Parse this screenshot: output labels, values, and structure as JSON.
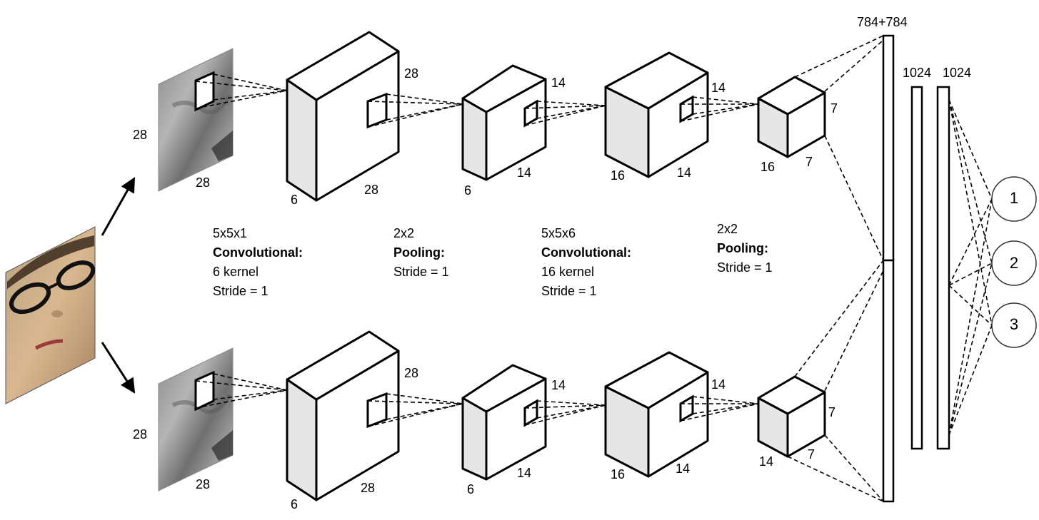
{
  "branches": {
    "top": {
      "input_h": "28",
      "input_w": "28",
      "conv1_h": "28",
      "conv1_w": "28",
      "conv1_d": "6",
      "pool1_h": "14",
      "pool1_w": "14",
      "pool1_d": "6",
      "conv2_h": "14",
      "conv2_w": "14",
      "conv2_d": "16",
      "pool2_h": "7",
      "pool2_w": "7",
      "pool2_d": "16"
    },
    "bottom": {
      "input_h": "28",
      "input_w": "28",
      "conv1_h": "28",
      "conv1_w": "28",
      "conv1_d": "6",
      "pool1_h": "14",
      "pool1_w": "14",
      "pool1_d": "6",
      "conv2_h": "14",
      "conv2_w": "14",
      "conv2_d": "16",
      "pool2_h": "7",
      "pool2_w": "7",
      "pool2_d": "14"
    }
  },
  "layers": {
    "conv1": {
      "size": "5x5x1",
      "name": "Convolutional:",
      "kernels": "6 kernel",
      "stride": "Stride = 1"
    },
    "pool1": {
      "size": "2x2",
      "name": "Pooling:",
      "stride": "Stride = 1"
    },
    "conv2": {
      "size": "5x5x6",
      "name": "Convolutional:",
      "kernels": "16 kernel",
      "stride": "Stride = 1"
    },
    "pool2": {
      "size": "2x2",
      "name": "Pooling:",
      "stride": "Stride = 1"
    }
  },
  "fc": {
    "concat_label": "784+784",
    "fc1_label": "1024",
    "fc2_label": "1024"
  },
  "outputs": [
    "1",
    "2",
    "3"
  ],
  "colors": {
    "stroke": "#000000",
    "face_side": "#e6e6e6",
    "face_front": "#ffffff"
  }
}
